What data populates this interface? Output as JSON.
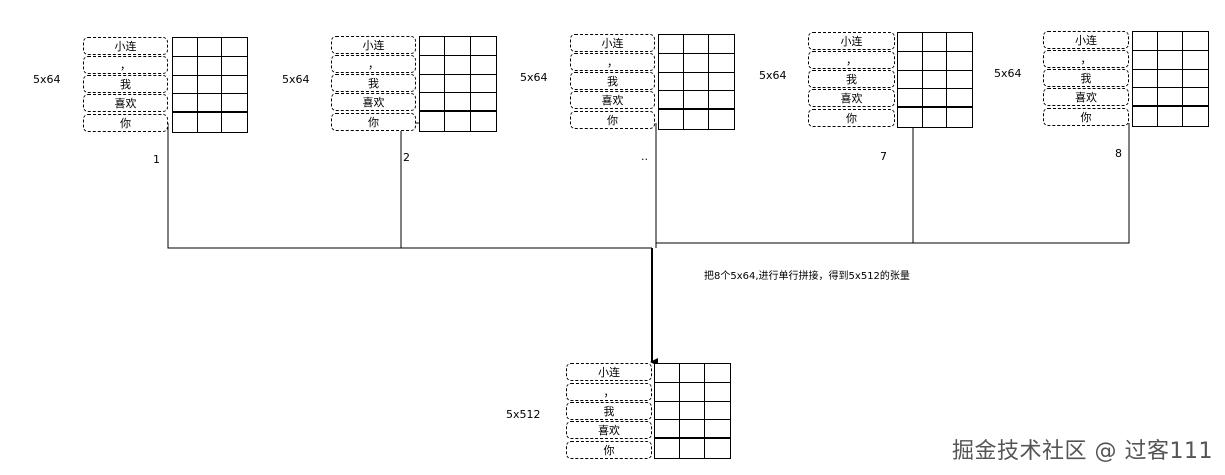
{
  "dimension_label": "5x64",
  "tokens": [
    "小连",
    "，",
    "我",
    "喜欢",
    "你"
  ],
  "block_numbers": [
    "1",
    "2",
    "..",
    "7",
    "8"
  ],
  "annotation": "把8个5x64,进行单行拼接，得到5x512的张量",
  "result_label": "5x512",
  "watermark": "掘金技术社区 @ 过客111"
}
